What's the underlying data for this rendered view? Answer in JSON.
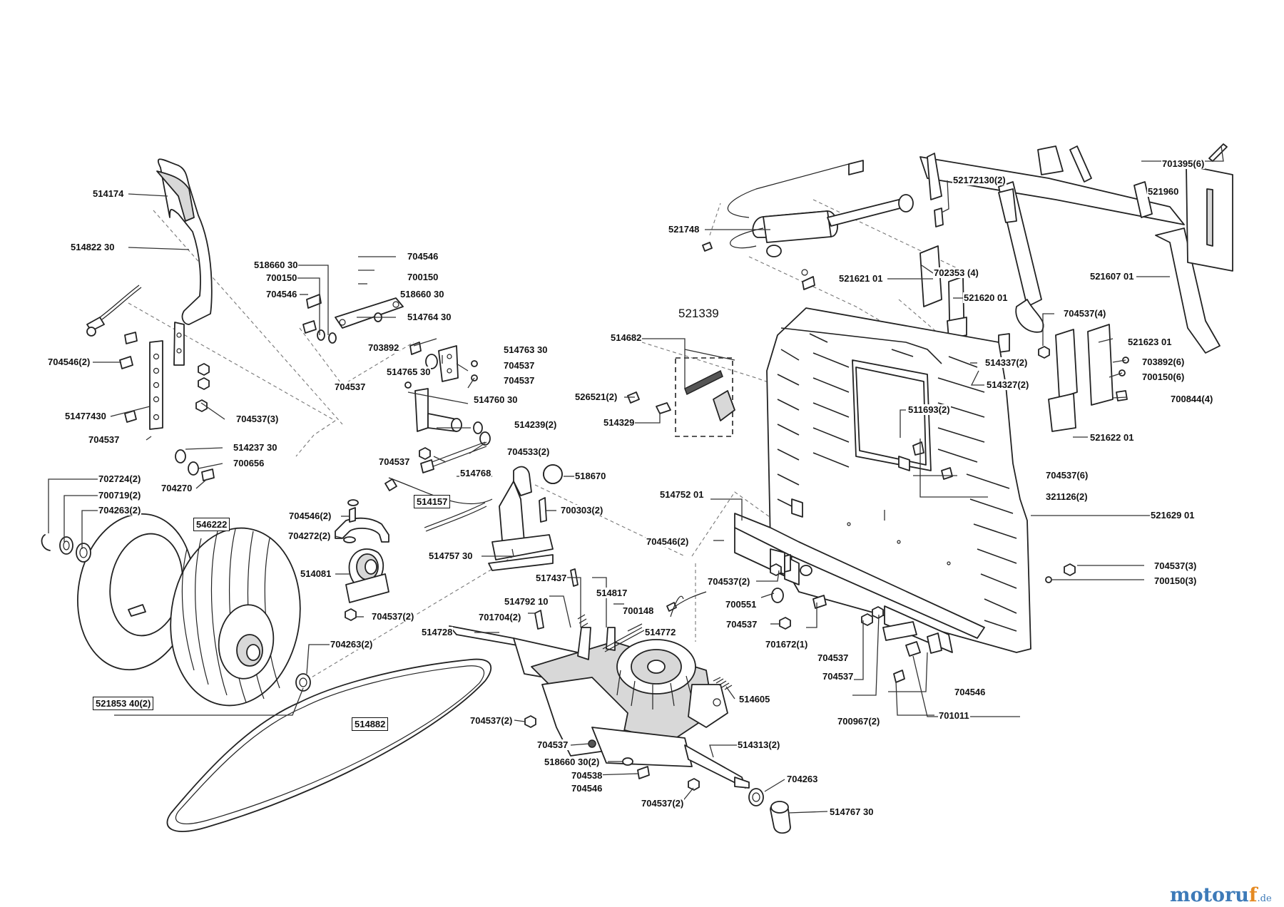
{
  "callouts": {
    "c_514174": "514174",
    "c_514822_30": "514822 30",
    "c_704546_2_a": "704546(2)",
    "c_51477430": "51477430",
    "c_704537_a": "704537",
    "c_704537_3_a": "704537(3)",
    "c_514237_30": "514237 30",
    "c_700656": "700656",
    "c_704270": "704270",
    "c_702724_2": "702724(2)",
    "c_700719_2": "700719(2)",
    "c_704263_2_a": "704263(2)",
    "c_546222": "546222",
    "c_521853_40_2": "521853 40(2)",
    "c_704263_2_b": "704263(2)",
    "c_514882": "514882",
    "c_518660_30_a": "518660 30",
    "c_700150_a": "700150",
    "c_704546_a": "704546",
    "c_704546_b": "704546",
    "c_700150_b": "700150",
    "c_518660_30_b": "518660 30",
    "c_514764_30": "514764 30",
    "c_703892": "703892",
    "c_514765_30": "514765 30",
    "c_514763_30": "514763 30",
    "c_704537_b": "704537",
    "c_704537_c": "704537",
    "c_704537_d": "704537",
    "c_514760_30": "514760 30",
    "c_514239_2": "514239(2)",
    "c_704533_2": "704533(2)",
    "c_704537_e": "704537",
    "c_514768": "514768",
    "c_518670": "518670",
    "c_514157": "514157",
    "c_700303_2": "700303(2)",
    "c_514757_30": "514757 30",
    "c_704546_2_b": "704546(2)",
    "c_704272_2": "704272(2)",
    "c_514081": "514081",
    "c_704537_2_a": "704537(2)",
    "c_521339": "521339",
    "c_514682": "514682",
    "c_526521_2": "526521(2)",
    "c_514329": "514329",
    "c_521748": "521748",
    "c_52172130_2": "52172130(2)",
    "c_701395_6": "701395(6)",
    "c_521960": "521960",
    "c_521621_01": "521621 01",
    "c_702353_4": "702353 (4)",
    "c_521607_01": "521607 01",
    "c_521620_01": "521620 01",
    "c_704537_4": "704537(4)",
    "c_521623_01": "521623 01",
    "c_514337_2": "514337(2)",
    "c_703892_6": "703892(6)",
    "c_514327_2": "514327(2)",
    "c_700150_6": "700150(6)",
    "c_700844_4": "700844(4)",
    "c_511693_2": "511693(2)",
    "c_521622_01": "521622 01",
    "c_704537_6": "704537(6)",
    "c_321126_2": "321126(2)",
    "c_514752_01": "514752 01",
    "c_521629_01": "521629 01",
    "c_704546_2_c": "704546(2)",
    "c_704537_2_b": "704537(2)",
    "c_700551": "700551",
    "c_704537_f": "704537",
    "c_701672_1": "701672(1)",
    "c_704537_g": "704537",
    "c_704537_h": "704537",
    "c_704546_c": "704546",
    "c_701011": "701011",
    "c_700967_2": "700967(2)",
    "c_704537_3_b": "704537(3)",
    "c_700150_3": "700150(3)",
    "c_517437": "517437",
    "c_514817": "514817",
    "c_514792_10": "514792 10",
    "c_701704_2": "701704(2)",
    "c_700148": "700148",
    "c_514728": "514728",
    "c_514772": "514772",
    "c_514605": "514605",
    "c_704537_2_c": "704537(2)",
    "c_704537_i": "704537",
    "c_514313_2": "514313(2)",
    "c_518660_30_2": "518660 30(2)",
    "c_704538": "704538",
    "c_704546_d": "704546",
    "c_704537_2_d": "704537(2)",
    "c_704263": "704263",
    "c_514767_30": "514767 30"
  },
  "watermark": {
    "main": "motoru",
    "accent": "f",
    "tld": ".de"
  }
}
